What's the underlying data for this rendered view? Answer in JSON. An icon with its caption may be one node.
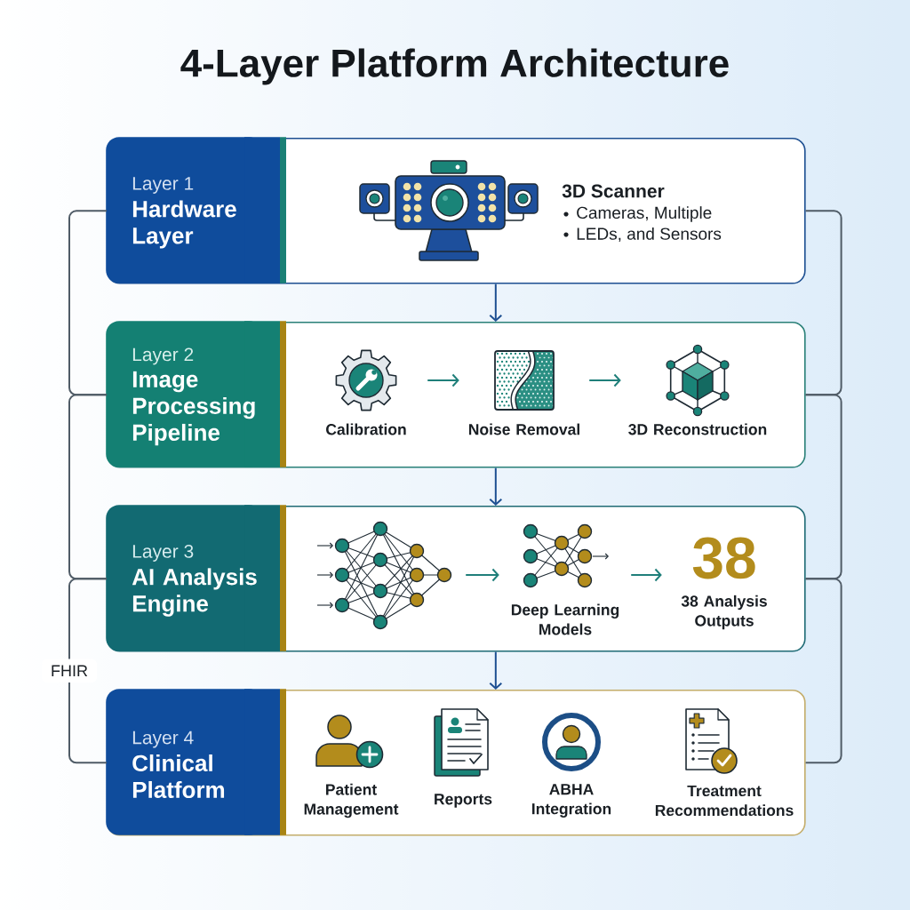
{
  "diagram": {
    "title": "4-Layer Platform Architecture",
    "nodes": [
      {
        "text": [
          "Layer 1",
          "Hardware Layer"
        ]
      },
      {
        "text": [
          "3D Scanner",
          "Cameras, Multiple",
          "LEDs, and Sensors"
        ],
        "in": 0
      },
      {
        "text": [
          "Layer 2",
          "Image Processing Pipeline"
        ]
      },
      {
        "text": [
          "Calibration"
        ],
        "in": 2
      },
      {
        "text": [
          "Noise Removal"
        ],
        "in": 2
      },
      {
        "text": [
          "3D Reconstruction"
        ],
        "in": 2
      },
      {
        "text": [
          "Layer 3",
          "AI Analysis Engine"
        ]
      },
      {
        "text": [],
        "shape": "picture",
        "in": 6
      },
      {
        "text": [
          "Deep Learning Models"
        ],
        "in": 6
      },
      {
        "text": [
          "38",
          "38 Analysis Outputs"
        ],
        "in": 6
      },
      {
        "text": [
          "Layer 4",
          "Clinical Platform"
        ]
      },
      {
        "text": [
          "Patient Management"
        ],
        "in": 10
      },
      {
        "text": [
          "Reports"
        ],
        "in": 10
      },
      {
        "text": [
          "ABHA Integration"
        ],
        "in": 10
      },
      {
        "text": [
          "Treatment Recommendations"
        ],
        "in": 10
      }
    ],
    "edges": [
      {
        "from": 0,
        "to": 2,
        "arrow": "to",
        "color": "#1d4f91"
      },
      {
        "from": 2,
        "to": 6,
        "arrow": "to",
        "color": "#1d4f91"
      },
      {
        "from": 6,
        "to": 10,
        "arrow": "to",
        "color": "#1d4f91"
      },
      {
        "from": 3,
        "to": 4,
        "arrow": "to",
        "color": "#1f7f7a"
      },
      {
        "from": 4,
        "to": 5,
        "arrow": "to",
        "color": "#1f7f7a"
      },
      {
        "from": 7,
        "to": 8,
        "arrow": "to",
        "color": "#1f7f7a"
      },
      {
        "from": 8,
        "to": 9,
        "arrow": "to",
        "color": "#1f7f7a"
      },
      {
        "from": 0,
        "to": 2,
        "arrow": "none"
      },
      {
        "from": 2,
        "to": 6,
        "arrow": "none"
      },
      {
        "from": 6,
        "to": 10,
        "arrow": "none",
        "label": "FHIR"
      },
      {
        "from": 0,
        "to": 2,
        "arrow": "none"
      },
      {
        "from": 2,
        "to": 6,
        "arrow": "none"
      },
      {
        "from": 6,
        "to": 10,
        "arrow": "none"
      }
    ]
  }
}
